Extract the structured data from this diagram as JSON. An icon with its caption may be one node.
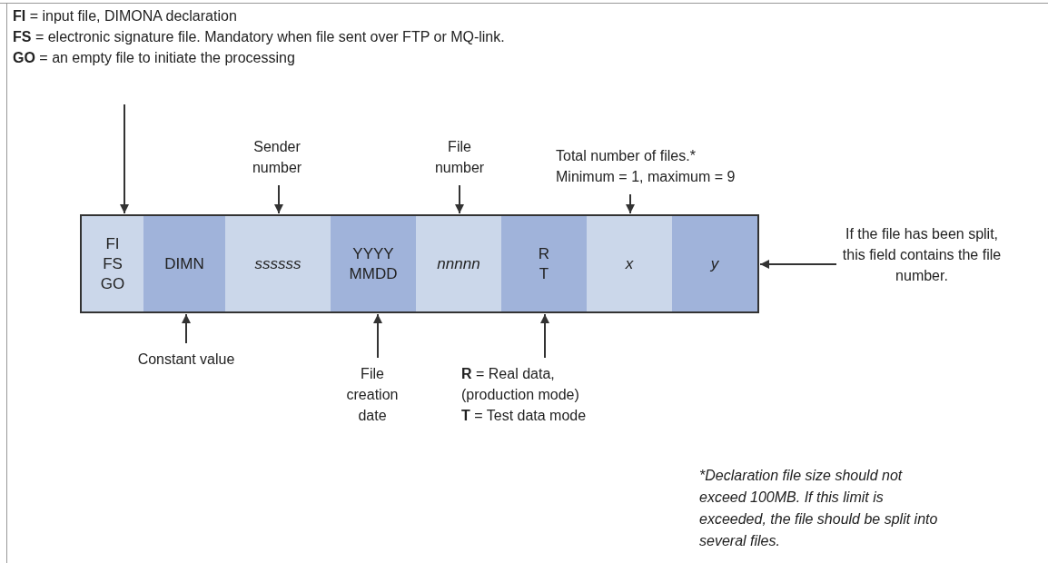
{
  "diagram": {
    "nodes": [
      {
        "text": [
          "**FI** = input file, DIMONA declaration",
          "**FS** = electronic signature file. Mandatory when file sent over FTP or MQ-link.",
          "**GO** = an empty file to initiate the processing"
        ]
      },
      {
        "text": [
          "Sender number"
        ]
      },
      {
        "text": [
          "File number"
        ]
      },
      {
        "text": [
          "Total number of files.*",
          "Minimum = 1, maximum = 9"
        ]
      },
      {
        "text": [
          "FI FS GO"
        ]
      },
      {
        "text": [
          "DIMN"
        ]
      },
      {
        "text": [
          "ssssss"
        ]
      },
      {
        "text": [
          "YYYY MMDD"
        ]
      },
      {
        "text": [
          "nnnnn"
        ]
      },
      {
        "text": [
          "R T"
        ]
      },
      {
        "text": [
          "x"
        ]
      },
      {
        "text": [
          "y"
        ]
      },
      {
        "text": [
          "If the file has been split, this field contains the file number."
        ]
      },
      {
        "text": [
          "Constant value"
        ]
      },
      {
        "text": [
          "File creation date"
        ]
      },
      {
        "text": [
          "**R** = Real data, (production mode)",
          "**T** = Test data mode"
        ]
      }
    ],
    "edges": [
      {
        "from": 0,
        "to": 4,
        "arrow": "to"
      },
      {
        "from": 1,
        "to": 6,
        "arrow": "to"
      },
      {
        "from": 2,
        "to": 8,
        "arrow": "to"
      },
      {
        "from": 3,
        "to": 10,
        "arrow": "to"
      },
      {
        "from": 12,
        "to": 11,
        "arrow": "to"
      },
      {
        "from": 13,
        "to": 5,
        "arrow": "to"
      },
      {
        "from": 14,
        "to": 7,
        "arrow": "to"
      },
      {
        "from": 15,
        "to": 9,
        "arrow": "to"
      }
    ],
    "labels": [
      "*Declaration file size should not exceed 100MB. If this limit is exceeded, the file should be split into several files."
    ]
  }
}
